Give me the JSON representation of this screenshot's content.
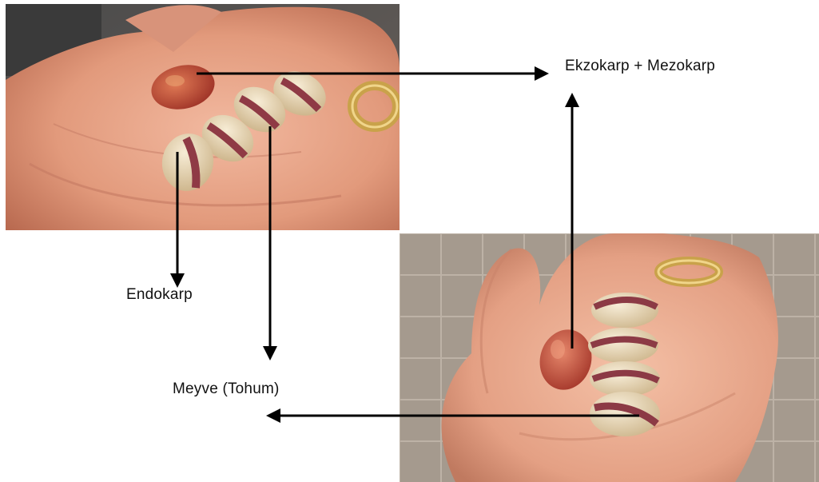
{
  "labels": {
    "ekzokarp_mezokarp": "Ekzokarp + Mezokarp",
    "endokarp": "Endokarp",
    "meyve_tohum": "Meyve (Tohum)"
  },
  "photos": {
    "top": {
      "subject": "hand holding pistachios, one with red hull"
    },
    "bottom": {
      "subject": "palm holding pistachios with wedding ring"
    }
  },
  "colors": {
    "skin": "#e8a489",
    "skin_shadow": "#c9775e",
    "shell": "#e6d4b0",
    "kernel": "#a4475a",
    "hull": "#c24f3e",
    "ring": "#c9a24a",
    "arrow": "#000000"
  }
}
